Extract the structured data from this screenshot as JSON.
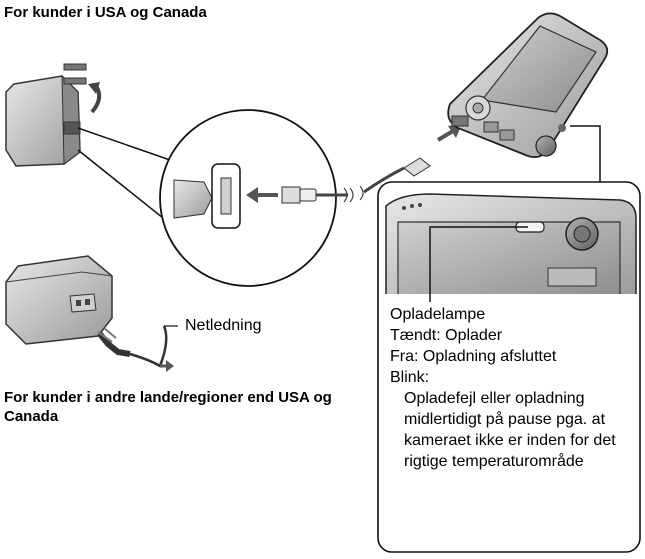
{
  "headings": {
    "usa_canada": "For kunder i USA og Canada",
    "other_regions": "For kunder i andre lande/regioner end USA og Canada"
  },
  "labels": {
    "power_cord": "Netledning"
  },
  "charge_lamp": {
    "title": "Opladelampe",
    "on": "Tændt: Oplader",
    "off": "Fra: Opladning afsluttet",
    "blink": "Blink:",
    "blink_detail": "Opladefejl eller opladning midlertidigt på pause pga. at kameraet ikke er inden for det rigtige temperaturområde"
  }
}
